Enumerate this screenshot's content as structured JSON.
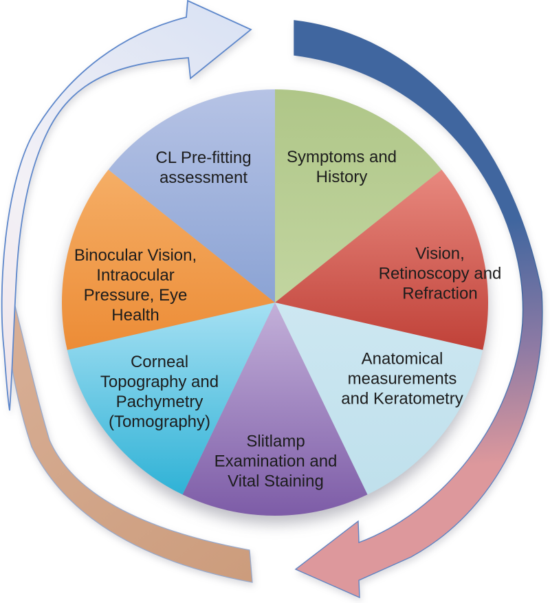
{
  "figure_type": "cycle-diagram",
  "background": "#ffffff",
  "text_color": "#1c1c1c",
  "segments": [
    {
      "id": "symptoms",
      "label": "Symptoms and History",
      "lines": [
        "Symptoms and",
        "History"
      ],
      "color_top": "#afc688",
      "color_bottom": "#c2d5a0"
    },
    {
      "id": "vision",
      "label": "Vision, Retinoscopy and Refraction",
      "lines": [
        "Vision,",
        "Retinoscopy and",
        "Refraction"
      ],
      "color_top": "#e8897f",
      "color_bottom": "#c04138"
    },
    {
      "id": "anatomical",
      "label": "Anatomical measurements and Keratometry",
      "lines": [
        "Anatomical",
        "measurements",
        "and Keratometry"
      ],
      "color_top": "#cde7f1",
      "color_bottom": "#bfe0ec"
    },
    {
      "id": "slitlamp",
      "label": "Slitlamp Examination and Vital Staining",
      "lines": [
        "Slitlamp",
        "Examination and",
        "Vital Staining"
      ],
      "color_top": "#c3b0d9",
      "color_bottom": "#7d5ca7"
    },
    {
      "id": "corneal",
      "label": "Corneal Topography and Pachymetry (Tomography)",
      "lines": [
        "Corneal",
        "Topography and",
        "Pachymetry",
        "(Tomography)"
      ],
      "color_top": "#a6e0f3",
      "color_bottom": "#2fb2d6"
    },
    {
      "id": "binocular",
      "label": "Binocular Vision, Intraocular Pressure, Eye Health",
      "lines": [
        "Binocular Vision,",
        "Intraocular",
        "Pressure, Eye",
        "Health"
      ],
      "color_top": "#f5ae66",
      "color_bottom": "#ec8c36"
    },
    {
      "id": "prefitting",
      "label": "CL Pre-fitting assessment",
      "lines": [
        "CL Pre-fitting",
        "assessment"
      ],
      "color_top": "#b6c3e5",
      "color_bottom": "#8ba3d4"
    }
  ],
  "arrows": {
    "top_right_band": {
      "color_start": "#40669f",
      "color_mid": "#8d7aa4",
      "color_end": "#dd989c",
      "stroke_top": "#40669f",
      "stroke_bottom": "#5f82c1"
    },
    "top_left_arrow": {
      "color_tail": "#efe4ea",
      "color_mid": "#f3f1f6",
      "color_head": "#dbe3f4",
      "stroke": "#5d87cb"
    },
    "bottom_left_band": {
      "color_start": "#d9b199",
      "color_end": "#cc9c7c",
      "stroke": "#97a9cc"
    }
  }
}
